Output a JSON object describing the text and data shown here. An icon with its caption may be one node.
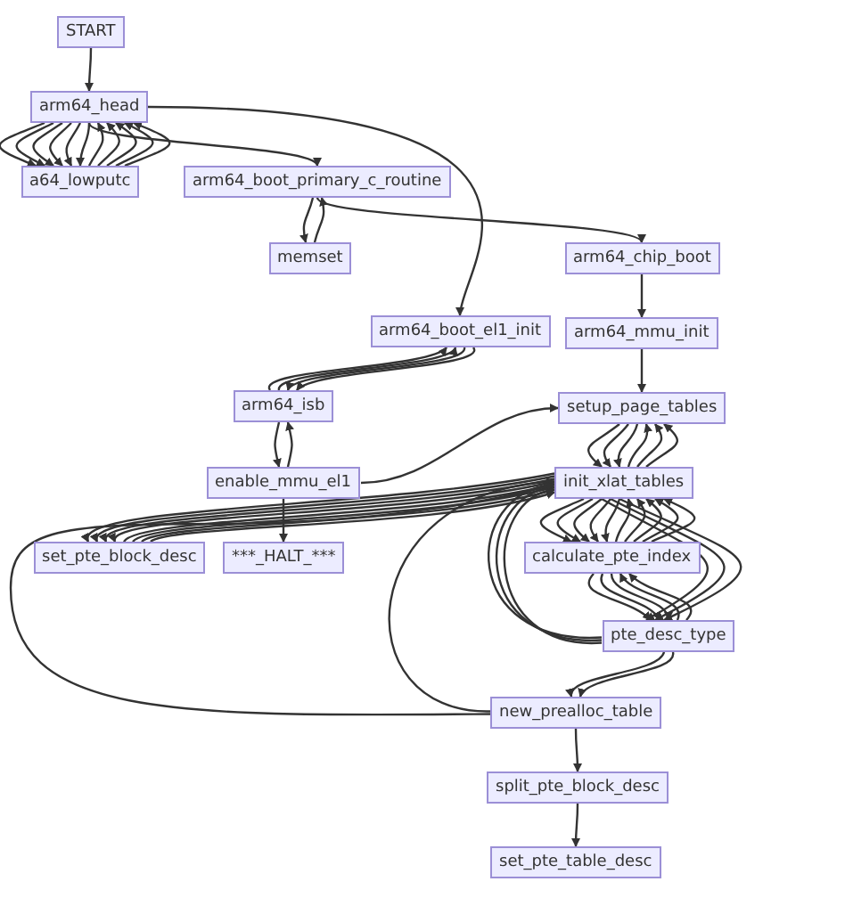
{
  "diagram": {
    "nodes": [
      {
        "text": [
          "START"
        ]
      },
      {
        "text": [
          "arm64_head"
        ]
      },
      {
        "text": [
          "a64_lowputc"
        ]
      },
      {
        "text": [
          "arm64_boot_primary_c_routine"
        ]
      },
      {
        "text": [
          "memset"
        ]
      },
      {
        "text": [
          "arm64_chip_boot"
        ]
      },
      {
        "text": [
          "arm64_boot_el1_init"
        ]
      },
      {
        "text": [
          "arm64_mmu_init"
        ]
      },
      {
        "text": [
          "arm64_isb"
        ]
      },
      {
        "text": [
          "setup_page_tables"
        ]
      },
      {
        "text": [
          "enable_mmu_el1"
        ]
      },
      {
        "text": [
          "init_xlat_tables"
        ]
      },
      {
        "text": [
          "set_pte_block_desc"
        ]
      },
      {
        "text": [
          "***_HALT_***"
        ]
      },
      {
        "text": [
          "calculate_pte_index"
        ]
      },
      {
        "text": [
          "pte_desc_type"
        ]
      },
      {
        "text": [
          "new_prealloc_table"
        ]
      },
      {
        "text": [
          "split_pte_block_desc"
        ]
      },
      {
        "text": [
          "set_pte_table_desc"
        ]
      }
    ],
    "edges": [
      {
        "from": 0,
        "to": 1,
        "arrow": "to"
      },
      {
        "from": 1,
        "to": 2,
        "arrow": "to"
      },
      {
        "from": 1,
        "to": 2,
        "arrow": "to"
      },
      {
        "from": 1,
        "to": 2,
        "arrow": "to"
      },
      {
        "from": 1,
        "to": 2,
        "arrow": "to"
      },
      {
        "from": 1,
        "to": 2,
        "arrow": "to"
      },
      {
        "from": 1,
        "to": 2,
        "arrow": "to"
      },
      {
        "from": 2,
        "to": 1,
        "arrow": "to"
      },
      {
        "from": 2,
        "to": 1,
        "arrow": "to"
      },
      {
        "from": 2,
        "to": 1,
        "arrow": "to"
      },
      {
        "from": 2,
        "to": 1,
        "arrow": "to"
      },
      {
        "from": 2,
        "to": 1,
        "arrow": "to"
      },
      {
        "from": 1,
        "to": 3,
        "arrow": "to"
      },
      {
        "from": 1,
        "to": 6,
        "arrow": "to"
      },
      {
        "from": 3,
        "to": 4,
        "arrow": "to"
      },
      {
        "from": 4,
        "to": 3,
        "arrow": "to"
      },
      {
        "from": 3,
        "to": 5,
        "arrow": "to"
      },
      {
        "from": 5,
        "to": 7,
        "arrow": "to"
      },
      {
        "from": 7,
        "to": 9,
        "arrow": "to"
      },
      {
        "from": 8,
        "to": 6,
        "arrow": "to"
      },
      {
        "from": 8,
        "to": 6,
        "arrow": "to"
      },
      {
        "from": 6,
        "to": 8,
        "arrow": "to"
      },
      {
        "from": 6,
        "to": 8,
        "arrow": "to"
      },
      {
        "from": 8,
        "to": 10,
        "arrow": "to"
      },
      {
        "from": 10,
        "to": 8,
        "arrow": "to"
      },
      {
        "from": 10,
        "to": 9,
        "arrow": "to"
      },
      {
        "from": 10,
        "to": 13,
        "arrow": "to"
      },
      {
        "from": 9,
        "to": 11,
        "arrow": "to"
      },
      {
        "from": 9,
        "to": 11,
        "arrow": "to"
      },
      {
        "from": 9,
        "to": 11,
        "arrow": "to"
      },
      {
        "from": 11,
        "to": 9,
        "arrow": "to"
      },
      {
        "from": 11,
        "to": 9,
        "arrow": "to"
      },
      {
        "from": 11,
        "to": 9,
        "arrow": "to"
      },
      {
        "from": 11,
        "to": 12,
        "arrow": "to"
      },
      {
        "from": 11,
        "to": 12,
        "arrow": "to"
      },
      {
        "from": 11,
        "to": 12,
        "arrow": "to"
      },
      {
        "from": 11,
        "to": 12,
        "arrow": "to"
      },
      {
        "from": 12,
        "to": 11,
        "arrow": "to"
      },
      {
        "from": 12,
        "to": 11,
        "arrow": "to"
      },
      {
        "from": 12,
        "to": 11,
        "arrow": "to"
      },
      {
        "from": 12,
        "to": 11,
        "arrow": "to"
      },
      {
        "from": 11,
        "to": 14,
        "arrow": "to"
      },
      {
        "from": 11,
        "to": 14,
        "arrow": "to"
      },
      {
        "from": 11,
        "to": 14,
        "arrow": "to"
      },
      {
        "from": 11,
        "to": 14,
        "arrow": "to"
      },
      {
        "from": 11,
        "to": 14,
        "arrow": "to"
      },
      {
        "from": 14,
        "to": 11,
        "arrow": "to"
      },
      {
        "from": 14,
        "to": 11,
        "arrow": "to"
      },
      {
        "from": 14,
        "to": 11,
        "arrow": "to"
      },
      {
        "from": 14,
        "to": 11,
        "arrow": "to"
      },
      {
        "from": 14,
        "to": 11,
        "arrow": "to"
      },
      {
        "from": 11,
        "to": 15,
        "arrow": "to"
      },
      {
        "from": 11,
        "to": 15,
        "arrow": "to"
      },
      {
        "from": 11,
        "to": 15,
        "arrow": "to"
      },
      {
        "from": 15,
        "to": 11,
        "arrow": "to"
      },
      {
        "from": 15,
        "to": 11,
        "arrow": "to"
      },
      {
        "from": 15,
        "to": 11,
        "arrow": "to"
      },
      {
        "from": 14,
        "to": 15,
        "arrow": "to"
      },
      {
        "from": 14,
        "to": 15,
        "arrow": "to"
      },
      {
        "from": 14,
        "to": 15,
        "arrow": "to"
      },
      {
        "from": 15,
        "to": 14,
        "arrow": "to"
      },
      {
        "from": 15,
        "to": 14,
        "arrow": "to"
      },
      {
        "from": 15,
        "to": 16,
        "arrow": "to"
      },
      {
        "from": 15,
        "to": 16,
        "arrow": "to"
      },
      {
        "from": 16,
        "to": 11,
        "arrow": "to"
      },
      {
        "from": 16,
        "to": 11,
        "arrow": "to"
      },
      {
        "from": 16,
        "to": 17,
        "arrow": "to"
      },
      {
        "from": 17,
        "to": 18,
        "arrow": "to"
      }
    ]
  }
}
